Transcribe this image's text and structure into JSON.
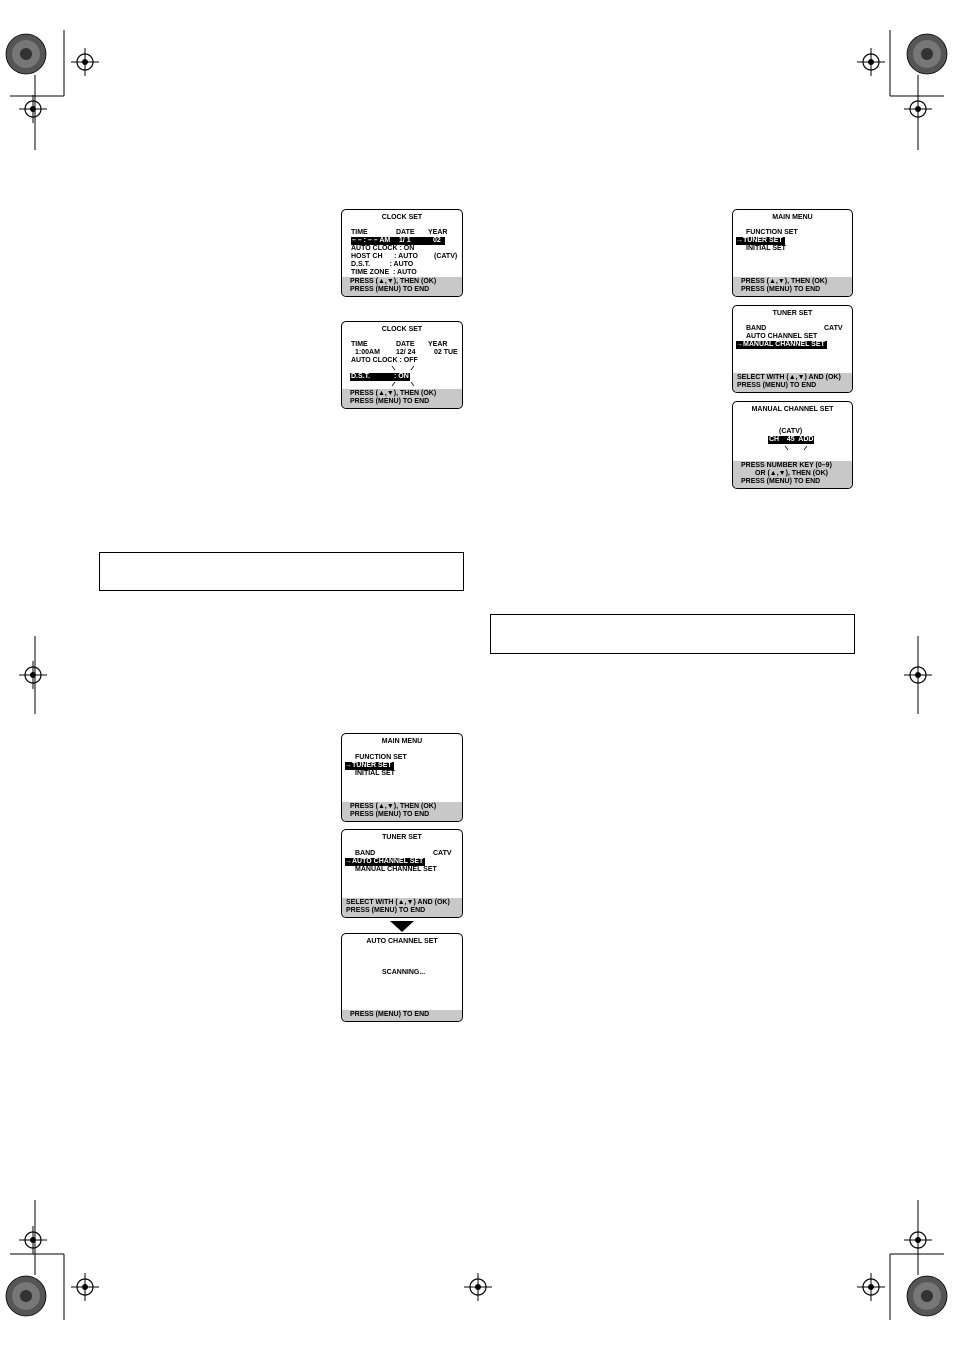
{
  "screens": {
    "clock1": {
      "title": "CLOCK SET",
      "col_time": "TIME",
      "col_date": "DATE",
      "col_year": "YEAR",
      "time_val": "– – : – – AM",
      "date_val": "1/ 1",
      "year_val": "02",
      "auto_clock": "AUTO CLOCK : ON",
      "host_ch": "HOST CH      : AUTO",
      "host_ch_extra": "(CATV)",
      "dst": "D.S.T.          : AUTO",
      "time_zone": "TIME ZONE  : AUTO",
      "foot1": "PRESS (▲,▼), THEN (OK)",
      "foot2": "PRESS (MENU) TO END"
    },
    "clock2": {
      "title": "CLOCK SET",
      "col_time": "TIME",
      "col_date": "DATE",
      "col_year": "YEAR",
      "time_val": "1:00AM",
      "date_val": "12/ 24",
      "year_val": "02 TUE",
      "auto_clock": "AUTO CLOCK : OFF",
      "dst_label": "D.S.T.",
      "dst_val": ": ON",
      "foot1": "PRESS (▲,▼), THEN (OK)",
      "foot2": "PRESS (MENU) TO END"
    },
    "main_menu_left": {
      "title": "MAIN MENU",
      "item1": "FUNCTION SET",
      "item2": "→TUNER SET",
      "item3": "INITIAL SET",
      "foot1": "PRESS (▲,▼), THEN (OK)",
      "foot2": "PRESS (MENU) TO END"
    },
    "tuner_left": {
      "title": "TUNER SET",
      "band": "BAND",
      "band_val": "CATV",
      "item2": "→AUTO CHANNEL SET",
      "item3": "MANUAL CHANNEL SET",
      "foot1": "SELECT WITH (▲,▼) AND (OK)",
      "foot2": "PRESS (MENU) TO END"
    },
    "auto_channel": {
      "title": "AUTO CHANNEL SET",
      "scanning": "SCANNING...",
      "foot1": "PRESS (MENU) TO END"
    },
    "main_menu_right": {
      "title": "MAIN MENU",
      "item1": "FUNCTION SET",
      "item2": "→TUNER SET",
      "item3": "INITIAL SET",
      "foot1": "PRESS (▲,▼), THEN (OK)",
      "foot2": "PRESS (MENU) TO END"
    },
    "tuner_right": {
      "title": "TUNER SET",
      "band": "BAND",
      "band_val": "CATV",
      "item2": "AUTO CHANNEL SET",
      "item3": "→MANUAL CHANNEL SET",
      "foot1": "SELECT WITH (▲,▼) AND (OK)",
      "foot2": "PRESS (MENU) TO END"
    },
    "manual_channel": {
      "title": "MANUAL CHANNEL SET",
      "band": "(CATV)",
      "ch_line": "CH    45  ADD",
      "foot1": "PRESS NUMBER KEY (0–9)",
      "foot2": "OR (▲,▼), THEN (OK)",
      "foot3": "PRESS (MENU) TO END"
    }
  }
}
